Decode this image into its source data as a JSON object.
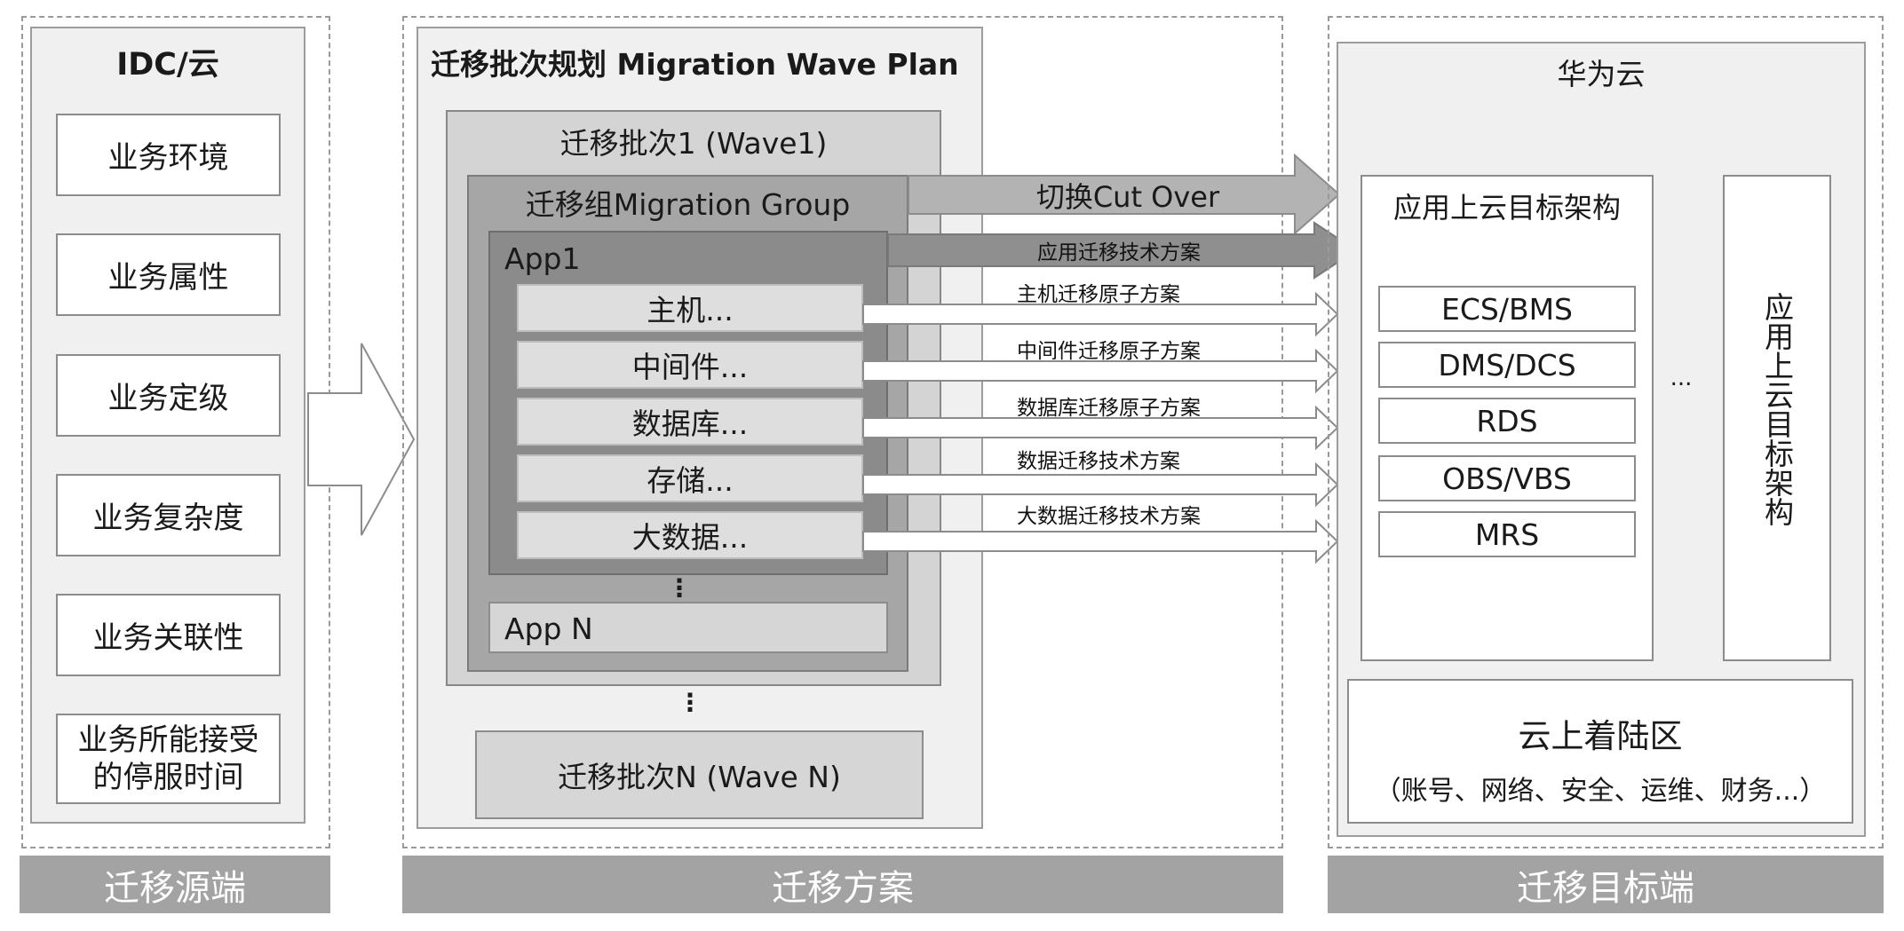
{
  "source": {
    "title": "IDC/云",
    "items": [
      "业务环境",
      "业务属性",
      "业务定级",
      "业务复杂度",
      "业务关联性",
      "业务所能接受的停服时间"
    ],
    "footer": "迁移源端"
  },
  "plan": {
    "title": "迁移批次规划 Migration Wave Plan",
    "wave1": "迁移批次1 (Wave1)",
    "group": "迁移组Migration Group",
    "app1": "App1",
    "components": [
      "主机...",
      "中间件...",
      "数据库...",
      "存储...",
      "大数据..."
    ],
    "vdots_apps": "⋮",
    "appN": "App N",
    "vdots_waves": "⋮",
    "waveN": "迁移批次N (Wave N)",
    "footer": "迁移方案"
  },
  "arrows": {
    "cutover": "切换Cut Over",
    "app_migration": "应用迁移技术方案",
    "atomic": [
      "主机迁移原子方案",
      "中间件迁移原子方案",
      "数据库迁移原子方案",
      "数据迁移技术方案",
      "大数据迁移技术方案"
    ]
  },
  "target": {
    "title": "华为云",
    "arch_title": "应用上云目标架构",
    "services": [
      "ECS/BMS",
      "DMS/DCS",
      "RDS",
      "OBS/VBS",
      "MRS"
    ],
    "ellipsis": "...",
    "vertical_arch": "应用上云目标架构",
    "landing_title": "云上着陆区",
    "landing_sub": "（账号、网络、安全、运维、财务...）",
    "footer": "迁移目标端"
  }
}
